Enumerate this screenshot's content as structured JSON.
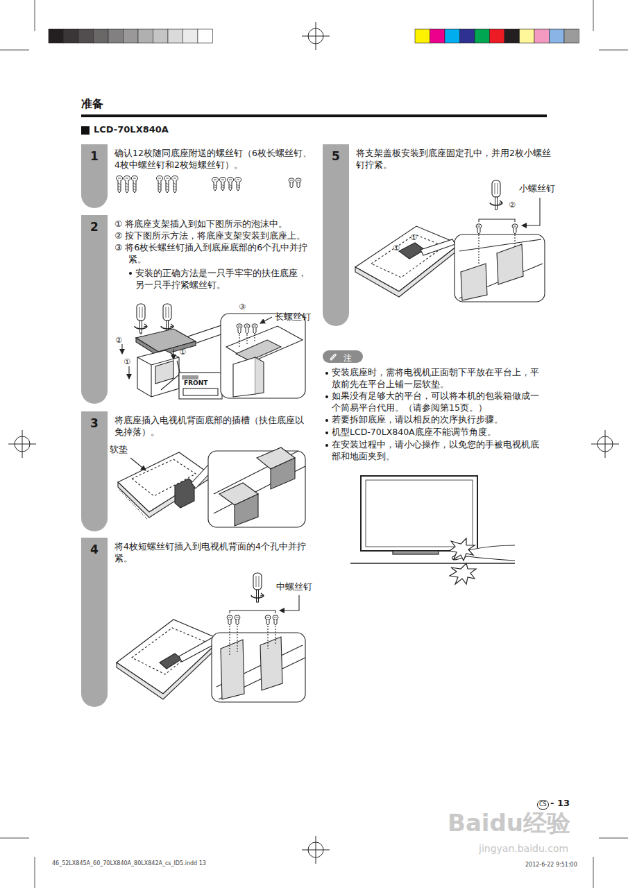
{
  "diagram": {
    "title": "准备",
    "nodes": [
      {
        "text": [
          "1",
          "确认12枚随同底座附送的螺丝钉（6枚长螺丝钉、4枚中螺丝钉和2枚短螺丝钉）。"
        ]
      },
      {
        "text": [
          "2",
          "① 将底座支架插入到如下图所示的泡沫中。",
          "② 按下图所示方法，将底座支架安装到底座上。",
          "③ 将6枚长螺丝钉插入到底座底部的6个孔中并拧紧。",
          "安装的正确方法是一只手牢牢的扶住底座，另一只手拧紧螺丝钉。"
        ]
      },
      {
        "text": [
          "3",
          "将底座插入电视机背面底部的插槽（扶住底座以免掉落）。"
        ]
      },
      {
        "text": [
          "4",
          "将4枚短螺丝钉插入到电视机背面的4个孔中并拧紧。"
        ]
      },
      {
        "text": [
          "5",
          "将支架盖板安装到底座固定孔中，并用2枚小螺丝钉拧紧。"
        ]
      },
      {
        "text": [
          "注"
        ]
      }
    ],
    "labels": [
      "LCD-70LX840A",
      "③",
      "长螺丝钉",
      "②",
      "①",
      "①",
      "FRONT",
      "软垫",
      "中螺丝钉",
      "小螺丝钉",
      "②",
      "①",
      "①",
      "安装底座时，需将电视机正面朝下平放在平台上，平放前先在平台上铺一层软垫。",
      "如果没有足够大的平台，可以将本机的包装箱做成一个简易平台代用。（请参阅第15页。）",
      "若要拆卸底座，请以相反的次序执行步骤。",
      "机型LCD-70LX840A底座不能调节角度。",
      "在安装过程中，请小心操作，以免您的手被电视机底部和地面夹到。",
      "CS",
      "- 13",
      "46_52LX845A_60_70LX840A_80LX842A_cs_ID5.indd   13",
      "2012-6-22   9:51:00",
      "Baidu经验",
      "jingyan.baidu.com"
    ]
  }
}
